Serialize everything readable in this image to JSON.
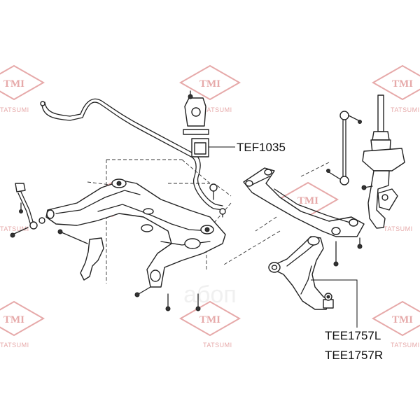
{
  "watermark": {
    "brand": "TMI",
    "company": "TATSUMI",
    "logo_text": "абоп"
  },
  "labels": {
    "stabilizer_bushing": "TEF1035",
    "lower_arm_left": "TEE1757L",
    "lower_arm_right": "TEE1757R"
  }
}
